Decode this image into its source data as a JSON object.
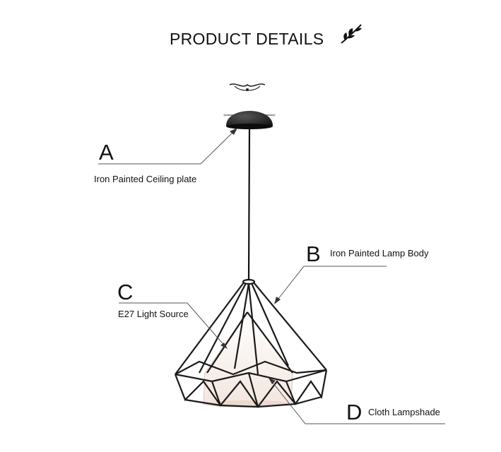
{
  "header": {
    "title": "PRODUCT DETAILS",
    "ornament_icon": "leaf-sprig-icon"
  },
  "parts": [
    {
      "letter": "A",
      "label": "Iron Painted Ceiling plate"
    },
    {
      "letter": "B",
      "label": "Iron Painted Lamp Body"
    },
    {
      "letter": "C",
      "label": "E27 Light Source"
    },
    {
      "letter": "D",
      "label": "Cloth Lampshade"
    }
  ],
  "colors": {
    "text": "#111111",
    "frame": "#1a1a1a",
    "leader_line": "#555555",
    "shade": "#f6ece6"
  }
}
